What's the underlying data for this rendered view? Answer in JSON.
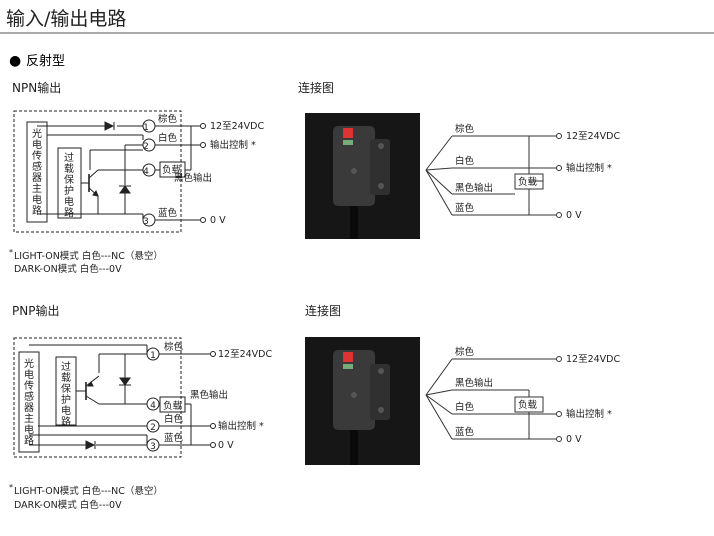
{
  "header": {
    "title": "输入/输出电路"
  },
  "section": {
    "bullet": "●",
    "title": "反射型"
  },
  "npn": {
    "title": "NPN输出",
    "sensor_label": [
      "光",
      "电",
      "传",
      "感",
      "器",
      "主",
      "电",
      "路"
    ],
    "protect_label": [
      "过",
      "载",
      "保",
      "护",
      "电",
      "路"
    ],
    "pins": [
      "1",
      "2",
      "3",
      "4"
    ],
    "wire_brown": "棕色",
    "wire_white": "白色",
    "wire_blue": "蓝色",
    "wire_black": "黑色输出",
    "load": "负载",
    "supply": "12至24VDC",
    "control": "输出控制 *",
    "zero": "0 V",
    "note1_mark": "*",
    "note1": "LIGHT-ON模式    白色---NC（悬空）",
    "note2": "DARK-ON模式    白色---0V"
  },
  "npn_conn": {
    "title": "连接图",
    "wire_brown": "棕色",
    "wire_white": "白色",
    "wire_black": "黑色输出",
    "wire_blue": "蓝色",
    "load": "负载",
    "supply": "12至24VDC",
    "control": "输出控制 *",
    "zero": "0 V"
  },
  "pnp": {
    "title": "PNP输出",
    "sensor_label": [
      "光",
      "电",
      "传",
      "感",
      "器",
      "主",
      "电",
      "路"
    ],
    "protect_label": [
      "过",
      "载",
      "保",
      "护",
      "电",
      "路"
    ],
    "pins": [
      "1",
      "4",
      "2",
      "3"
    ],
    "wire_brown": "棕色",
    "wire_white": "白色",
    "wire_blue": "蓝色",
    "wire_black": "黑色输出",
    "load": "负载",
    "supply": "12至24VDC",
    "control": "输出控制 *",
    "zero": "0 V",
    "note1_mark": "*",
    "note1": "LIGHT-ON模式    白色---NC（悬空）",
    "note2": "DARK-ON模式    白色---0V"
  },
  "pnp_conn": {
    "title": "连接图",
    "wire_brown": "棕色",
    "wire_black": "黑色输出",
    "wire_white": "白色",
    "wire_blue": "蓝色",
    "load": "负载",
    "supply": "12至24VDC",
    "control": "输出控制 *",
    "zero": "0 V"
  }
}
